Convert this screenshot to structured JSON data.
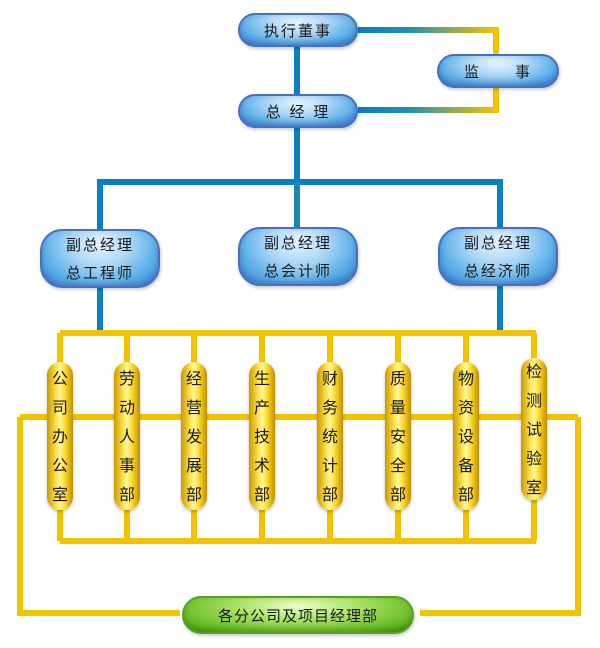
{
  "chart_title": "",
  "top": {
    "executive_director": "执行董事",
    "supervisor": "监　　事",
    "general_manager": "总 经 理"
  },
  "deputies": [
    {
      "line1": "副总经理",
      "line2": "总工程师"
    },
    {
      "line1": "副总经理",
      "line2": "总会计师"
    },
    {
      "line1": "副总经理",
      "line2": "总经济师"
    }
  ],
  "departments": [
    "公司办公室",
    "劳动人事部",
    "经营发展部",
    "生产技术部",
    "财务统计部",
    "质量安全部",
    "物资设备部",
    "检测试验室"
  ],
  "bottom": {
    "branches": "各分公司及项目经理部"
  },
  "colors": {
    "blue_line": "#0a7fc4",
    "gold_line": "#f5c200",
    "teal_line": "#4a9a9a",
    "node_blue": "#5aaee8",
    "node_gold": "#ffe14a",
    "node_green": "#62b81e"
  }
}
